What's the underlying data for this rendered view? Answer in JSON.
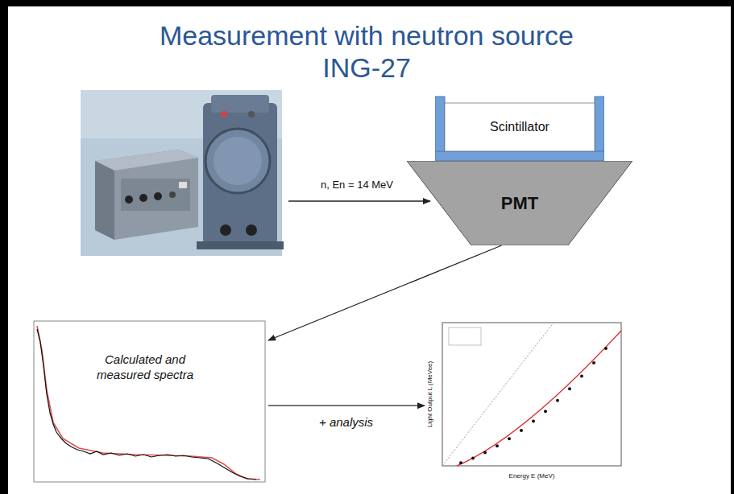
{
  "diagram": {
    "title": "Measurement with neutron source ING-27",
    "nodes": [
      {
        "text": [
          "Scintillator"
        ]
      },
      {
        "text": [
          "PMT"
        ]
      },
      {
        "text": [
          "Calculated and measured spectra"
        ]
      },
      {
        "text": [
          "Light Output L (MeVee)",
          "Energy E (MeV)"
        ]
      }
    ],
    "edges": [
      {
        "from": 1,
        "to": 2,
        "arrow": "to"
      },
      {
        "from": 2,
        "to": 3,
        "label": "+ analysis",
        "arrow": "to"
      }
    ],
    "labels": [
      "n, En = 14 MeV"
    ]
  }
}
